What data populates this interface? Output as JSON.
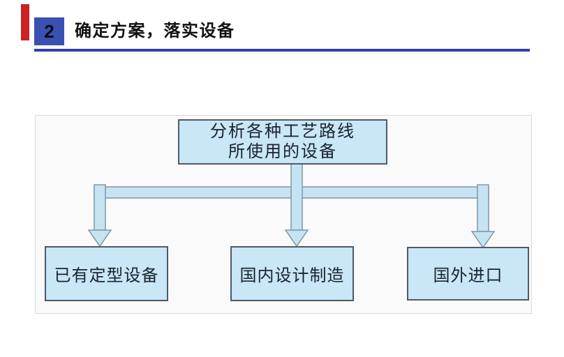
{
  "header": {
    "number": "2",
    "title": "确定方案，落实设备"
  },
  "diagram": {
    "root_box": {
      "lines": [
        "分析各种工艺路线",
        "所使用的设备"
      ]
    },
    "children": [
      {
        "label": "已有定型设备"
      },
      {
        "label": "国内设计制造"
      },
      {
        "label": "国外进口"
      }
    ]
  },
  "colors": {
    "accent_blue": "#3A50B2",
    "underline_blue": "#2F41A8",
    "red_accent": "#CC2222",
    "panel_bg": "#FAFAFA",
    "panel_border": "#D9D9D9",
    "box_fill": "#C9E7F6",
    "box_border": "#4E5A66",
    "arrow_fill": "#C5E3F3",
    "arrow_border": "#7E97A6",
    "title_color": "#111111",
    "box_text": "#1A2230"
  }
}
